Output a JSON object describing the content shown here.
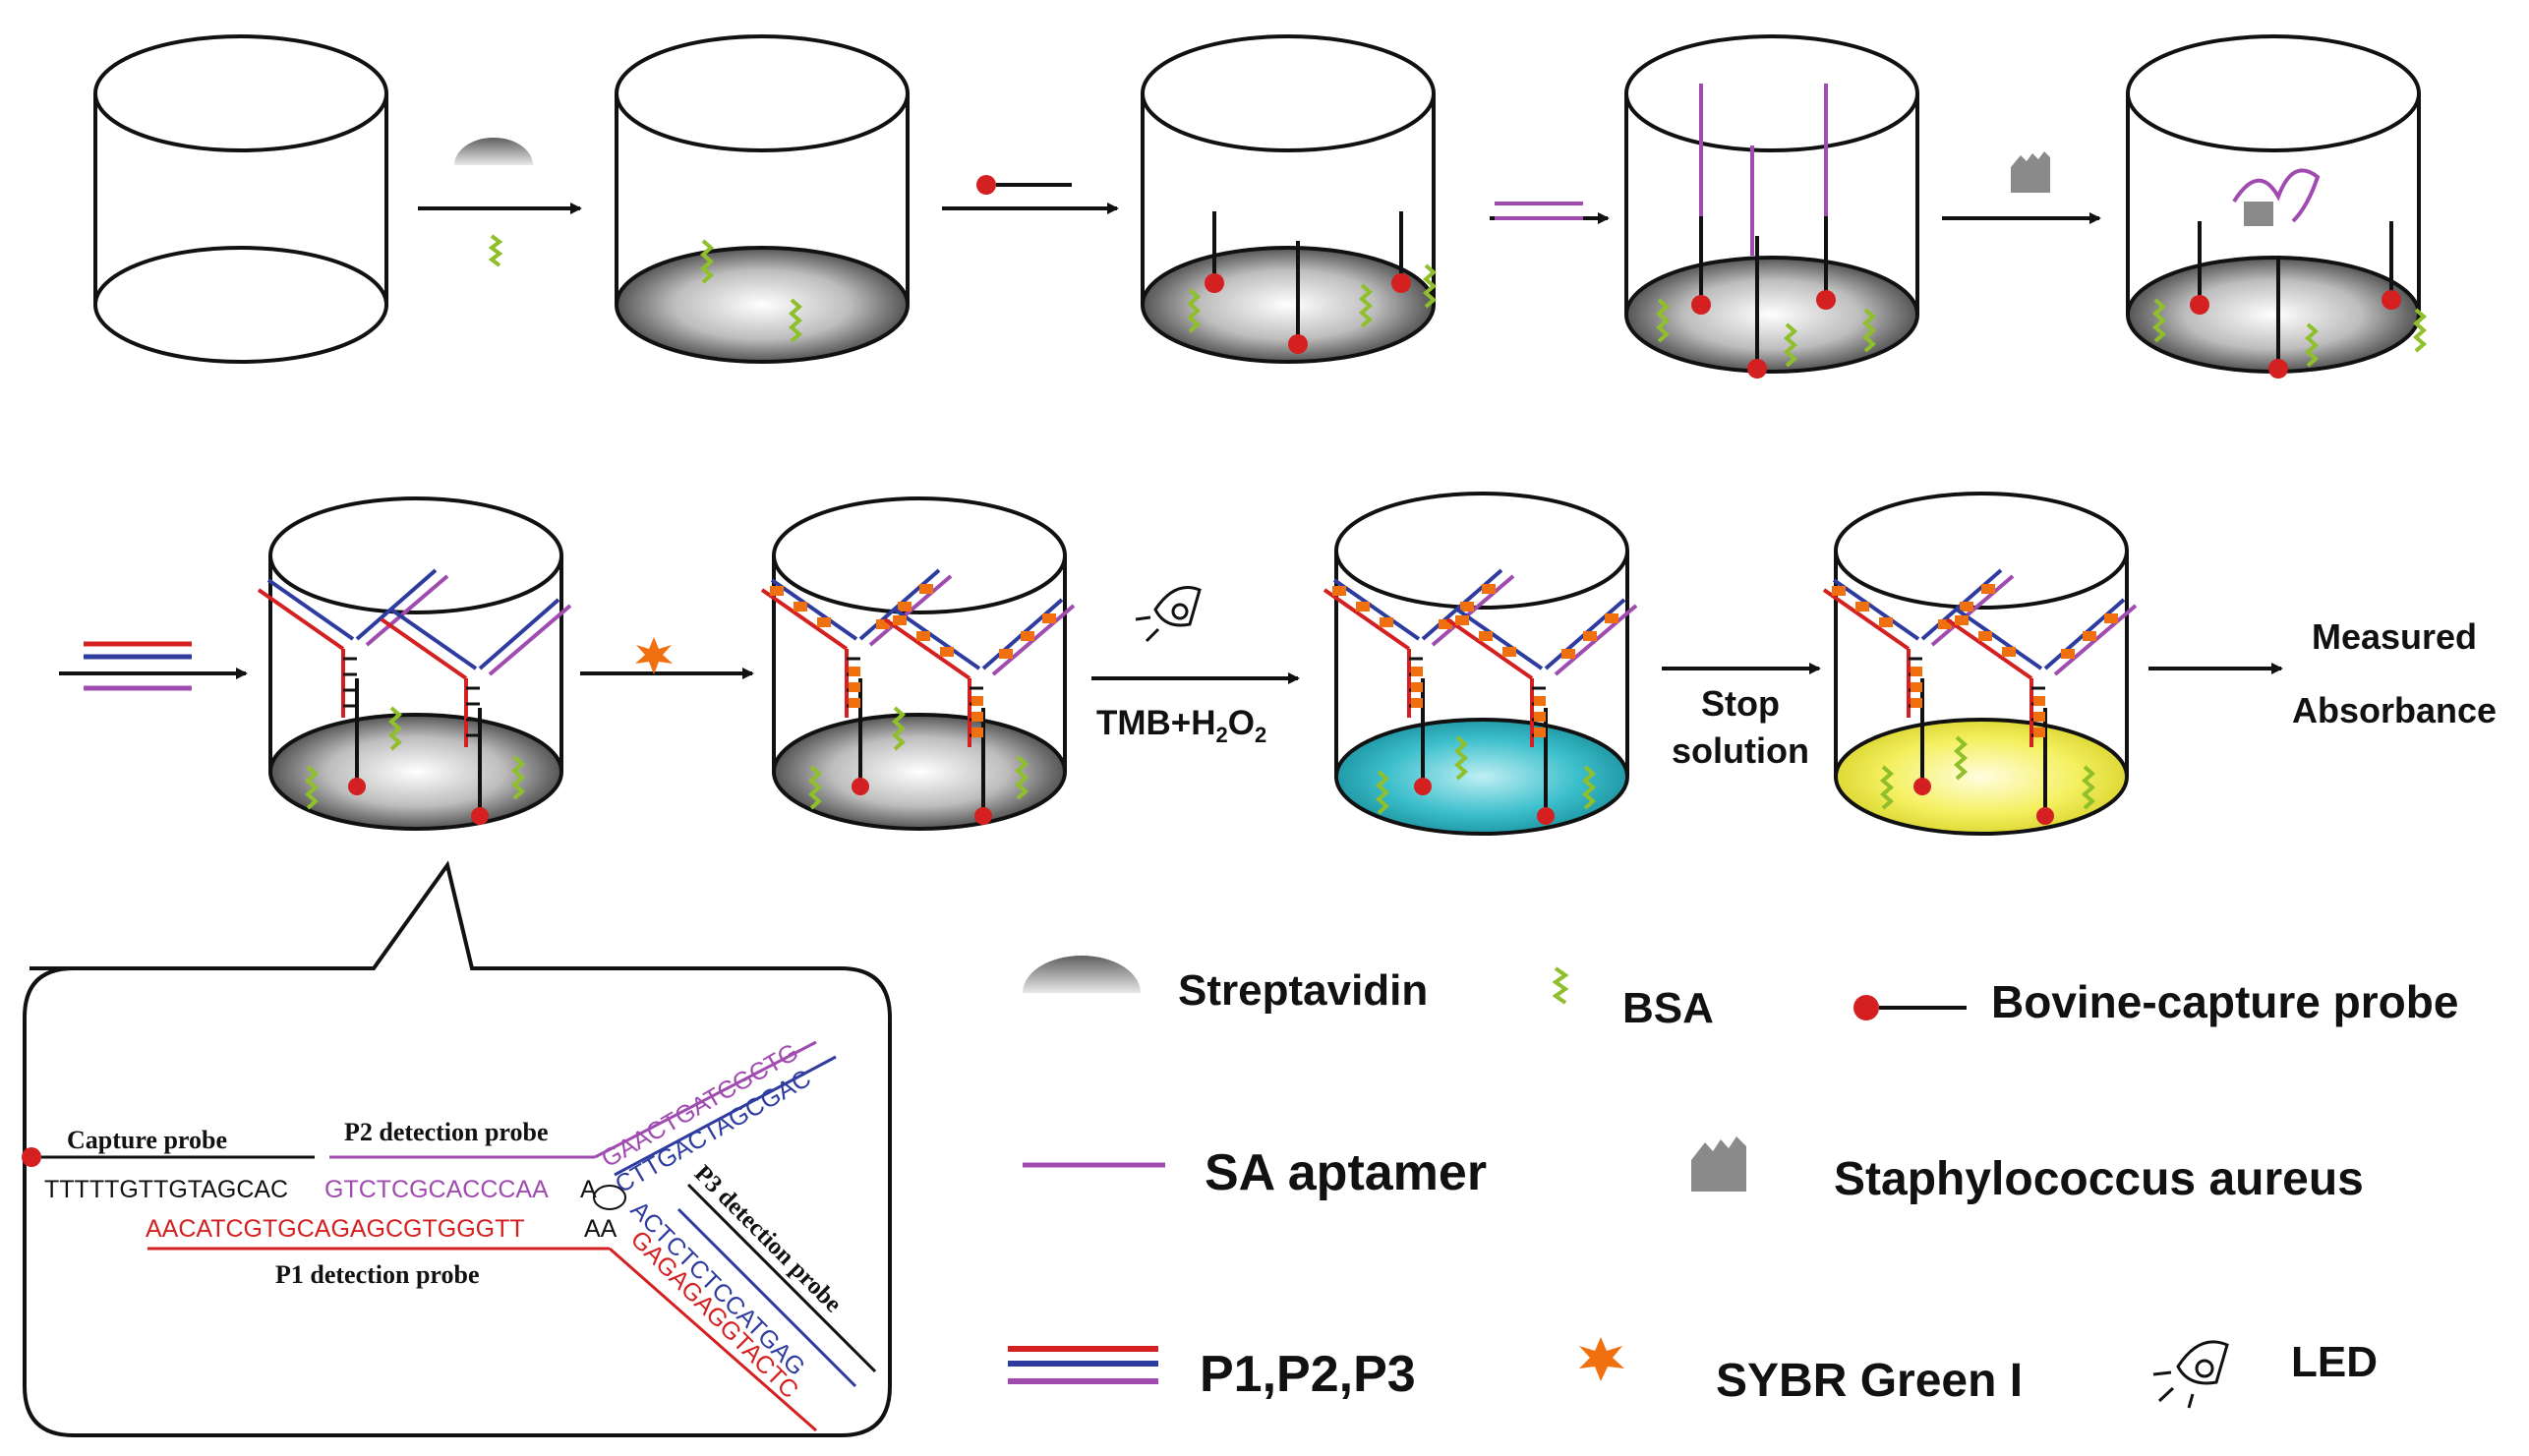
{
  "colors": {
    "purple": "#a04bb0",
    "blue": "#2d3c9e",
    "red": "#d42020",
    "green": "#8fbf2a",
    "orange": "#f07010",
    "gray": "#8a8a8a",
    "cyan": "#2fb4c2",
    "yellow": "#f2ef55"
  },
  "step_labels": {
    "tmb_prefix": "TMB+H",
    "tmb_sub1": "2",
    "tmb_mid": "O",
    "tmb_sub2": "2",
    "stop_line1": "Stop",
    "stop_line2": "solution",
    "measured_line1": "Measured",
    "measured_line2": "Absorbance"
  },
  "inset": {
    "capture_probe_label": "Capture probe",
    "p2_label": "P2 detection probe",
    "p1_label": "P1 detection probe",
    "p3_label": "P3 detection probe",
    "capture_seq": "TTTTTGTTGTAGCAC",
    "p2_seq": "GTCTCGCACCCAA",
    "p1_seq": "AACATCGTGCAGAGCGTGGGTT",
    "aa_seq": "AA",
    "a_seq": "A",
    "purple_arm_seq": "GAACTGATCGCTG",
    "blue_arm_seq": "CTTGACTAGCGAC",
    "blue_lower_seq": "ACTCTCTCCATGAG",
    "red_lower_seq": "GAGAGAGGTACTC"
  },
  "legend": {
    "streptavidin": "Streptavidin",
    "bsa": "BSA",
    "bovine_capture_probe": "Bovine-capture probe",
    "sa_aptamer": "SA aptamer",
    "staph": "Staphylococcus aureus",
    "p123": "P1,P2,P3",
    "sybr": "SYBR Green I",
    "led": "LED"
  },
  "icons": [
    "streptavidin-icon",
    "bsa-icon",
    "capture-probe-icon",
    "aptamer-icon",
    "staph-icon",
    "p123-icon",
    "sybr-icon",
    "led-icon"
  ]
}
